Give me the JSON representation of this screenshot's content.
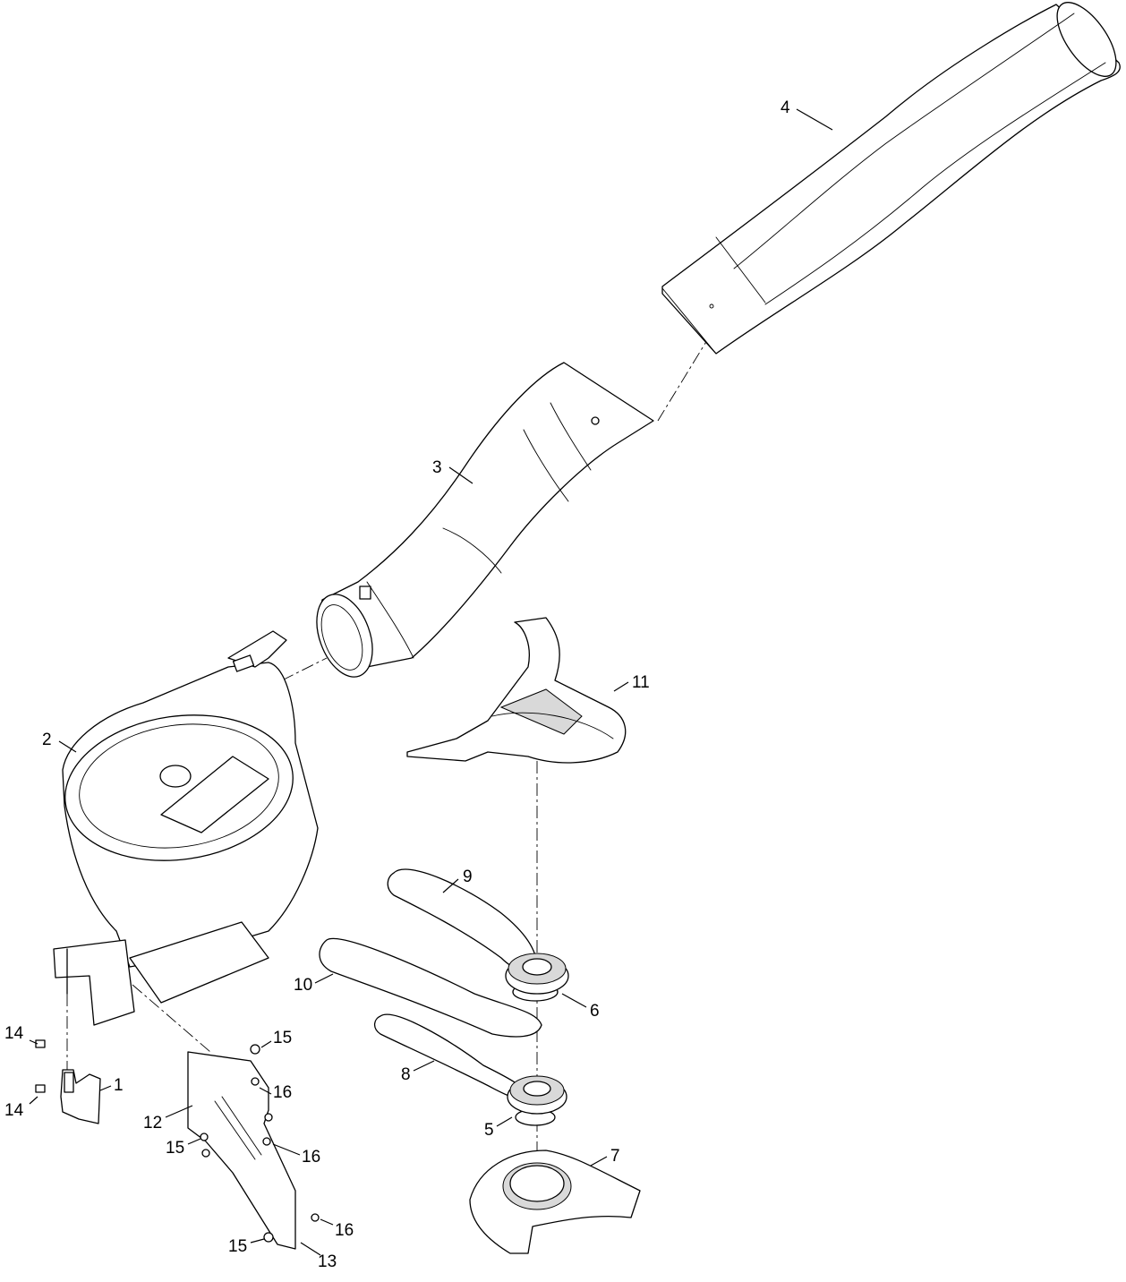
{
  "callouts": [
    {
      "id": "1",
      "label": "1"
    },
    {
      "id": "2",
      "label": "2"
    },
    {
      "id": "3",
      "label": "3"
    },
    {
      "id": "4",
      "label": "4"
    },
    {
      "id": "5",
      "label": "5"
    },
    {
      "id": "6",
      "label": "6"
    },
    {
      "id": "7",
      "label": "7"
    },
    {
      "id": "8",
      "label": "8"
    },
    {
      "id": "9",
      "label": "9"
    },
    {
      "id": "10",
      "label": "10"
    },
    {
      "id": "11",
      "label": "11"
    },
    {
      "id": "12",
      "label": "12"
    },
    {
      "id": "13",
      "label": "13"
    },
    {
      "id": "14a",
      "label": "14"
    },
    {
      "id": "14b",
      "label": "14"
    },
    {
      "id": "15a",
      "label": "15"
    },
    {
      "id": "15b",
      "label": "15"
    },
    {
      "id": "15c",
      "label": "15"
    },
    {
      "id": "16a",
      "label": "16"
    },
    {
      "id": "16b",
      "label": "16"
    },
    {
      "id": "16c",
      "label": "16"
    }
  ]
}
